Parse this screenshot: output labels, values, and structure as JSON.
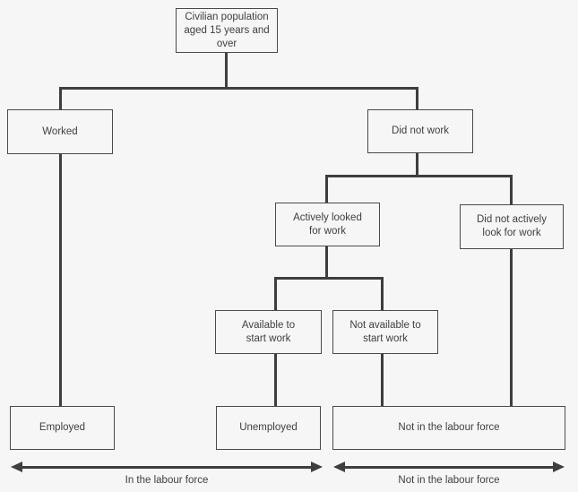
{
  "flowchart": {
    "nodes": {
      "civilian_population": {
        "lines": [
          "Civilian population",
          "aged 15 years and",
          "over"
        ]
      },
      "worked": {
        "lines": [
          "Worked"
        ]
      },
      "did_not_work": {
        "lines": [
          "Did not work"
        ]
      },
      "actively_looked_for_work": {
        "lines": [
          "Actively looked",
          "for work"
        ]
      },
      "did_not_actively_look_for_work": {
        "lines": [
          "Did not actively",
          "look for work"
        ]
      },
      "available_to_start_work": {
        "lines": [
          "Available to",
          "start work"
        ]
      },
      "not_available_to_start_work": {
        "lines": [
          "Not available to",
          "start work"
        ]
      },
      "employed": {
        "lines": [
          "Employed"
        ]
      },
      "unemployed": {
        "lines": [
          "Unemployed"
        ]
      },
      "not_in_the_labour_force": {
        "lines": [
          "Not in the labour force"
        ]
      }
    },
    "extent_labels": {
      "in_labour_force": "In the labour force",
      "not_in_labour_force": "Not in the labour force"
    },
    "colors": {
      "background": "#f6f6f6",
      "line": "#3e3e3e",
      "box_border": "#4a4a4a",
      "text": "#3f3f3f"
    }
  }
}
